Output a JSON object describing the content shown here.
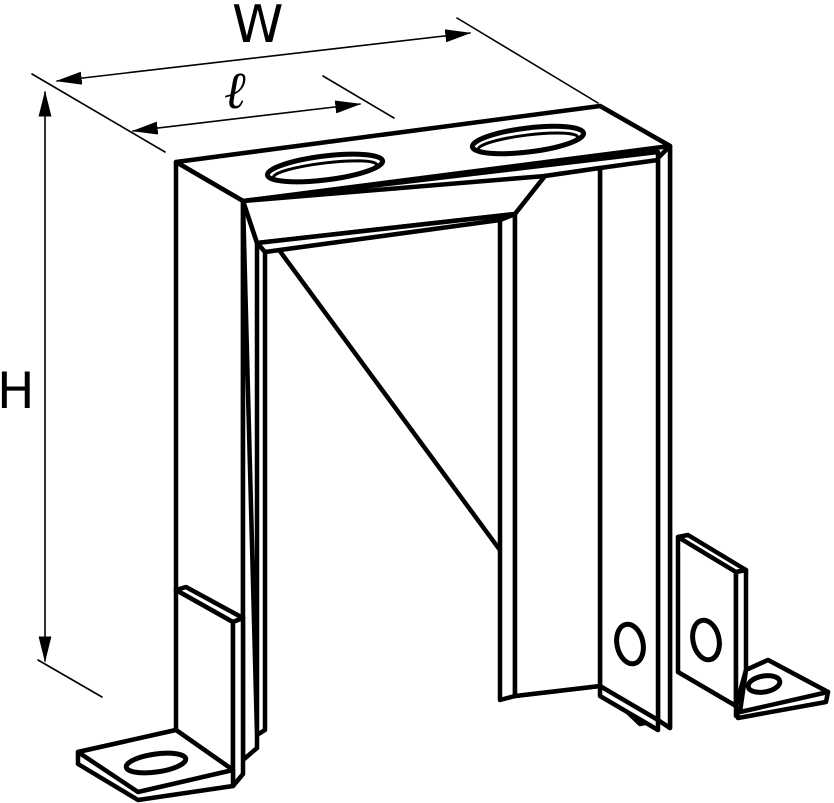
{
  "diagram": {
    "labels": {
      "width": "W",
      "slot_spacing": "ℓ",
      "height": "H"
    },
    "colors": {
      "stroke": "#000000",
      "background": "#ffffff"
    }
  }
}
